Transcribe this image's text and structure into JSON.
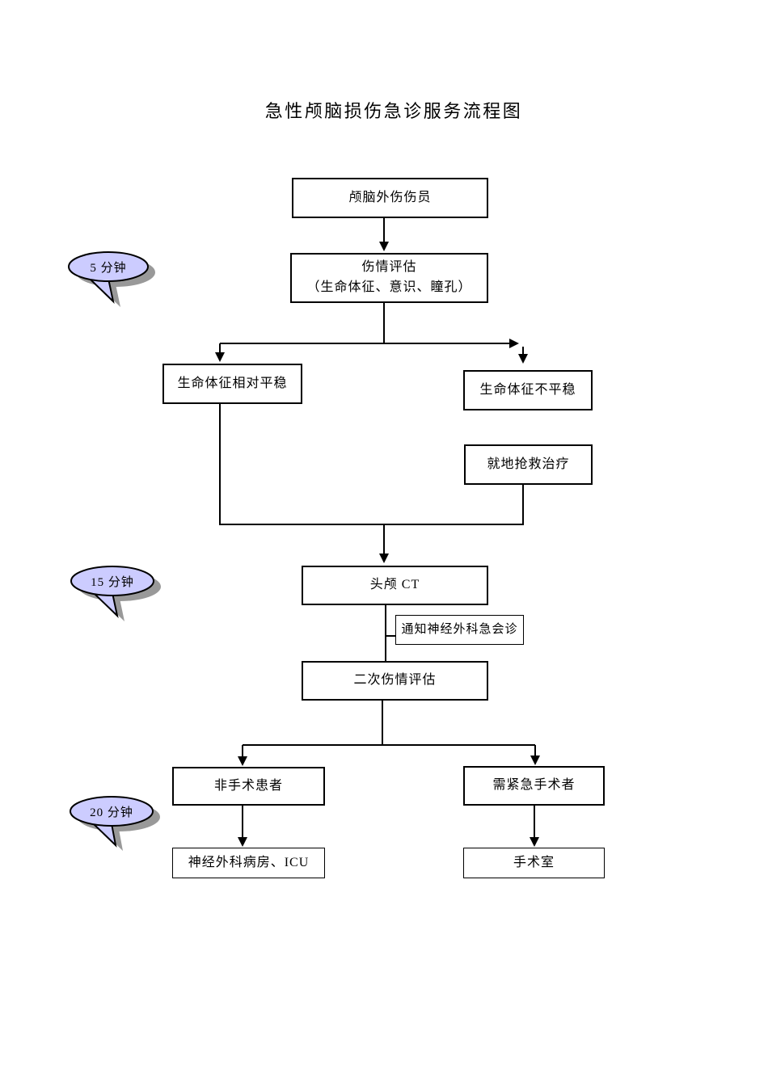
{
  "title": "急性颅脑损伤急诊服务流程图",
  "flowchart": {
    "nodes": {
      "trauma": "颅脑外伤伤员",
      "assess_line1": "伤情评估",
      "assess_line2": "（生命体征、意识、瞳孔）",
      "stable": "生命体征相对平稳",
      "unstable": "生命体征不平稳",
      "rescue": "就地抢救治疗",
      "ct": "头颅 CT",
      "notify": "通知神经外科急会诊",
      "second_assess": "二次伤情评估",
      "non_surgical": "非手术患者",
      "urgent_surgery": "需紧急手术者",
      "ward": "神经外科病房、ICU",
      "operating_room": "手术室"
    },
    "callouts": [
      {
        "label": "5 分钟"
      },
      {
        "label": "15 分钟"
      },
      {
        "label": "20 分钟"
      }
    ],
    "colors": {
      "line": "#000000",
      "box_border": "#000000",
      "box_fill": "#FFFFFF",
      "callout_fill": "#CCCCFF",
      "callout_shadow": "#999999"
    }
  }
}
